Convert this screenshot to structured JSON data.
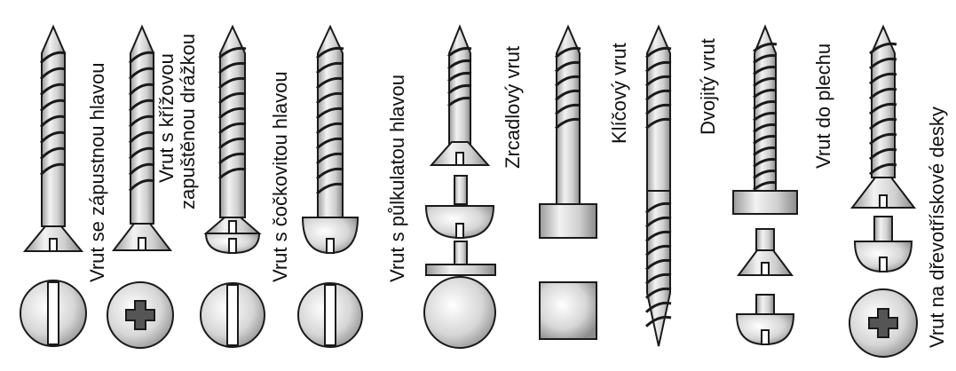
{
  "labels": {
    "countersunk": "Vrut se zápustnou hlavou",
    "cross_recess_line1": "Vrut s křížovou",
    "cross_recess_line2": "zapuštěnou drážkou",
    "raised_head": "Vrut s čočkovitou hlavou",
    "round_head": "Vrut s půlkulatou hlavou",
    "mirror": "Zrcadlový vrut",
    "coach": "Klíčový vrut",
    "dowel": "Dvojitý vrut",
    "sheet_metal": "Vrut do plechu",
    "chipboard": "Vrut na dřevotřískové desky"
  },
  "colors": {
    "ink": "#1a1a1a",
    "metal": "#dcdcdc",
    "shade": "#8a8a8a"
  },
  "icons": [
    "slotted-head-icon",
    "cross-recess-head-icon",
    "square-head-icon"
  ]
}
